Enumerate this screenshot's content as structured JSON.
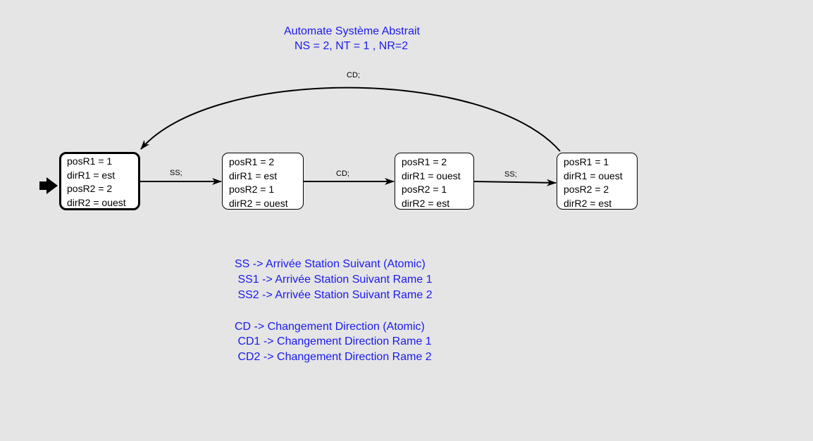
{
  "diagram": {
    "title_line1": "Automate Système Abstrait",
    "title_line2": "NS = 2, NT = 1 , NR=2",
    "states": [
      {
        "lines": [
          "posR1 = 1",
          "dirR1 = est",
          "posR2 = 2",
          "dirR2 = ouest"
        ],
        "initial": true
      },
      {
        "lines": [
          "posR1 = 2",
          "dirR1 = est",
          "posR2 = 1",
          "dirR2 = ouest"
        ],
        "initial": false
      },
      {
        "lines": [
          "posR1 = 2",
          "dirR1 = ouest",
          "posR2 = 1",
          "dirR2 = est"
        ],
        "initial": false
      },
      {
        "lines": [
          "posR1 = 1",
          "dirR1 = ouest",
          "posR2 = 2",
          "dirR2 = est"
        ],
        "initial": false
      }
    ],
    "transitions": [
      {
        "from": 0,
        "to": 1,
        "label": "SS;"
      },
      {
        "from": 1,
        "to": 2,
        "label": "CD;"
      },
      {
        "from": 2,
        "to": 3,
        "label": "SS;"
      },
      {
        "from": 3,
        "to": 0,
        "label": "CD;"
      }
    ],
    "legend": [
      "SS -> Arrivée Station Suivant (Atomic)",
      " SS1 -> Arrivée Station Suivant Rame 1",
      " SS2 -> Arrivée Station Suivant Rame 2",
      "",
      "CD -> Changement Direction (Atomic)",
      " CD1 -> Changement Direction Rame 1",
      " CD2 -> Changement Direction Rame 2"
    ],
    "colors": {
      "background": "#e5e5e5",
      "text_accent": "#1a1aee",
      "state_fill": "#ffffff",
      "stroke": "#000000"
    }
  }
}
